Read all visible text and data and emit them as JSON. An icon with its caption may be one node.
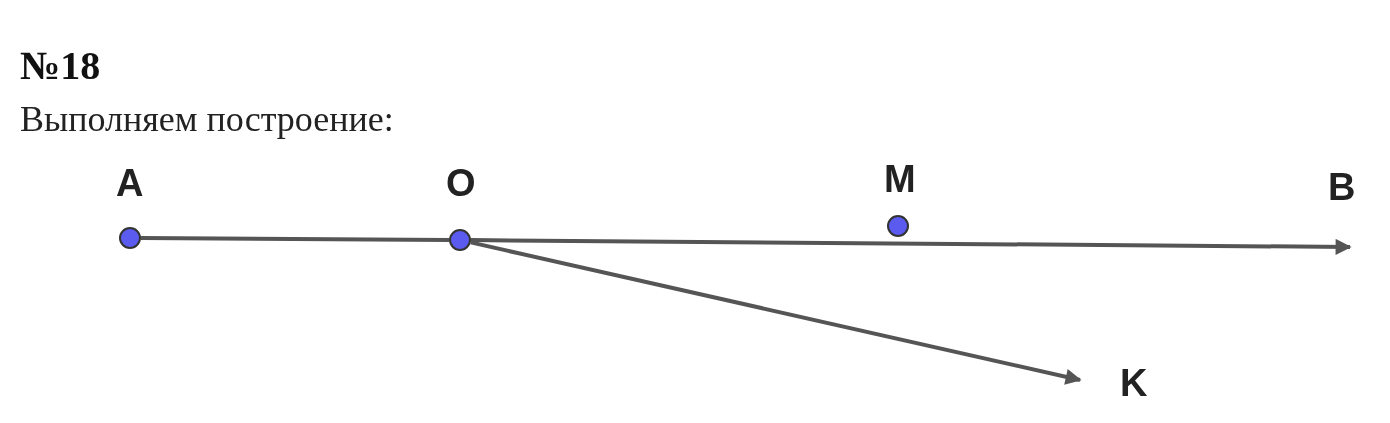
{
  "diagram": {
    "title": "№18",
    "nodes": [
      {
        "text": [
          "A"
        ]
      },
      {
        "text": [
          "O"
        ]
      },
      {
        "text": [
          "M"
        ]
      },
      {
        "text": [
          "B"
        ]
      },
      {
        "text": [
          "K"
        ]
      }
    ],
    "edges": [
      {
        "from": 0,
        "to": 1,
        "arrow": "none"
      },
      {
        "from": 1,
        "to": 3,
        "arrow": "to"
      },
      {
        "from": 1,
        "to": 4,
        "arrow": "to"
      }
    ],
    "labels": [
      "Выполняем построение:"
    ]
  }
}
